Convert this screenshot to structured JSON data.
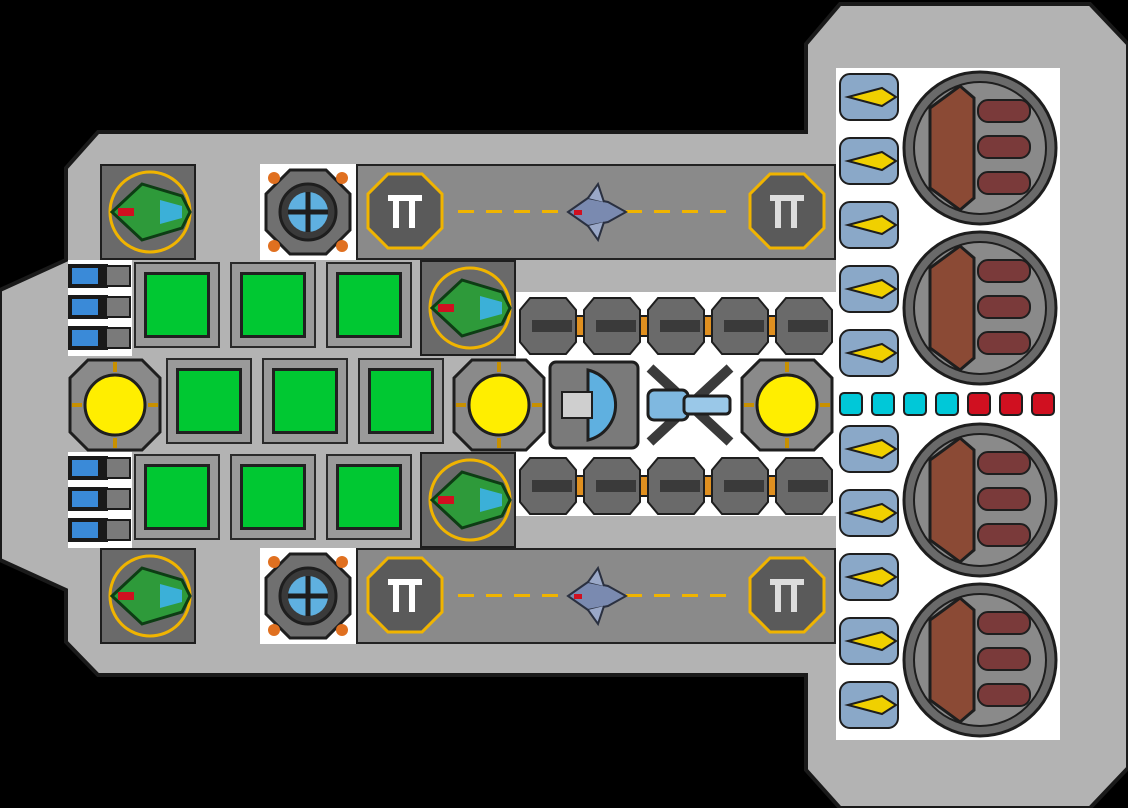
{
  "scene": "ship-layout",
  "colors": {
    "hull": "#b3b3b3",
    "hull_outline": "#1a1a1a",
    "bay_floor": "#ffffff",
    "reactor_core": "#ffee00",
    "green_module": "#00c832",
    "turret_brown": "#8b4a35",
    "cyan_node": "#00c8d8",
    "red_node": "#d01020",
    "yellow_accent": "#f0b400"
  },
  "modules": {
    "green_storage_rows": 3,
    "green_storage_per_row": 3,
    "reactors": 3,
    "hangars": 2,
    "heavy_turrets": 4,
    "missile_pods": 10,
    "fighter_docks": 4,
    "railgun_rails": 10,
    "beam_nodes_cyan": 4,
    "beam_nodes_red": 3
  },
  "icons": [
    "hangar-pad-icon",
    "fighter-icon",
    "reactor-icon",
    "shield-icon",
    "engine-icon",
    "turret-icon",
    "missile-icon",
    "cannon-icon"
  ]
}
